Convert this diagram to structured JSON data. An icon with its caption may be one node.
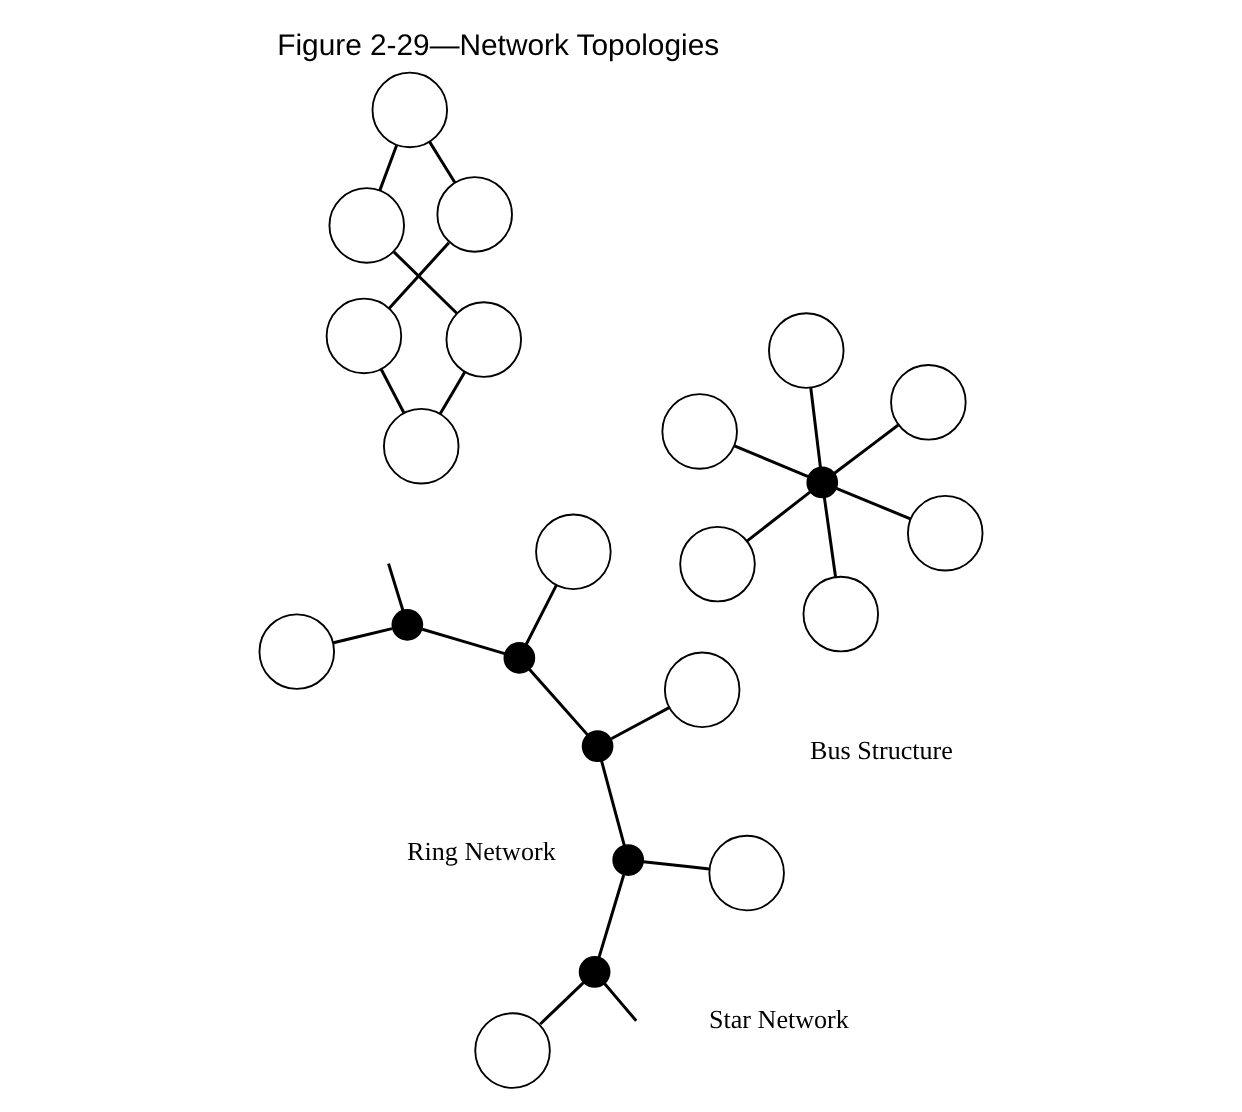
{
  "diagram": {
    "title": "Figure 2-29—Network Topologies",
    "nodes": [
      {
        "text": [],
        "shape": "circle"
      },
      {
        "text": [],
        "shape": "circle"
      },
      {
        "text": [],
        "shape": "circle"
      },
      {
        "text": [],
        "shape": "circle"
      },
      {
        "text": [],
        "shape": "circle"
      },
      {
        "text": [],
        "shape": "circle"
      },
      {
        "text": [],
        "shape": "circle"
      },
      {
        "text": [],
        "shape": "circle"
      },
      {
        "text": [],
        "shape": "circle"
      },
      {
        "text": [],
        "shape": "dot"
      },
      {
        "text": [],
        "shape": "circle"
      },
      {
        "text": [],
        "shape": "circle"
      },
      {
        "text": [],
        "shape": "circle"
      },
      {
        "text": [],
        "shape": "circle"
      },
      {
        "text": [],
        "shape": "circle"
      },
      {
        "text": [],
        "shape": "dot"
      },
      {
        "text": [],
        "shape": "dot"
      },
      {
        "text": [],
        "shape": "dot"
      },
      {
        "text": [],
        "shape": "dot"
      },
      {
        "text": [],
        "shape": "dot"
      },
      {
        "text": [],
        "shape": "circle"
      },
      {
        "text": [],
        "shape": "circle"
      },
      {
        "text": [],
        "shape": "circle"
      }
    ],
    "edges": [
      {
        "from": 0,
        "to": 1,
        "arrow": "none"
      },
      {
        "from": 1,
        "to": 3,
        "arrow": "none"
      },
      {
        "from": 3,
        "to": 5,
        "arrow": "none"
      },
      {
        "from": 5,
        "to": 4,
        "arrow": "none"
      },
      {
        "from": 4,
        "to": 2,
        "arrow": "none"
      },
      {
        "from": 2,
        "to": 0,
        "arrow": "none"
      },
      {
        "from": 9,
        "to": 6,
        "arrow": "none"
      },
      {
        "from": 9,
        "to": 7,
        "arrow": "none"
      },
      {
        "from": 9,
        "to": 8,
        "arrow": "none"
      },
      {
        "from": 9,
        "to": 10,
        "arrow": "none"
      },
      {
        "from": 9,
        "to": 11,
        "arrow": "none"
      },
      {
        "from": 9,
        "to": 12,
        "arrow": "none"
      },
      {
        "from": null,
        "to": 15,
        "arrow": "none"
      },
      {
        "from": 13,
        "to": 15,
        "arrow": "none"
      },
      {
        "from": 15,
        "to": 16,
        "arrow": "none"
      },
      {
        "from": 16,
        "to": 20,
        "arrow": "none"
      },
      {
        "from": 16,
        "to": 17,
        "arrow": "none"
      },
      {
        "from": 17,
        "to": 21,
        "arrow": "none"
      },
      {
        "from": 17,
        "to": 18,
        "arrow": "none"
      },
      {
        "from": 14,
        "to": 18,
        "arrow": "none"
      },
      {
        "from": 18,
        "to": 19,
        "arrow": "none"
      },
      {
        "from": 19,
        "to": 22,
        "arrow": "none"
      },
      {
        "from": 19,
        "to": null,
        "arrow": "none"
      }
    ],
    "labels": [
      "Ring Network",
      "Star Network",
      "Bus Structure"
    ]
  }
}
